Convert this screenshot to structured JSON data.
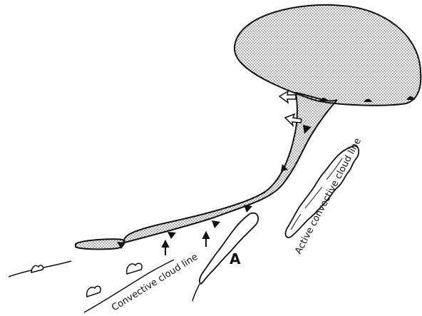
{
  "labels": {
    "active_line": "Active convective cloud line",
    "convective_line": "Convective cloud line",
    "marker_a": "A"
  },
  "colors": {
    "ink": "#111111",
    "fill": "#ffffff",
    "stipple": "#333333"
  },
  "elements": {
    "cloud_shield": "stippled-cloud-region",
    "trailing_band": "stippled-cloud-band",
    "cold_front": "cold-front-symbol",
    "active_line": "convective-cloud-line",
    "weak_line": "convective-cloud-line",
    "flow_arrows": "open-arrow-icon",
    "wind_arrows": "arrow-icon"
  }
}
